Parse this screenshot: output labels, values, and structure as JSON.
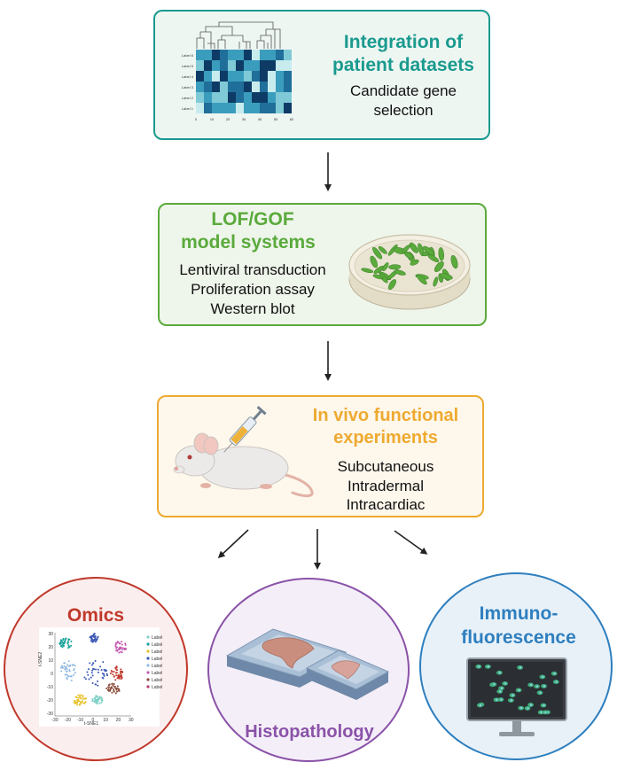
{
  "colors": {
    "teal": "#1a9a8f",
    "green": "#5aaa3c",
    "orange": "#eeaa30",
    "red": "#c0392b",
    "purple": "#8a52a8",
    "blue": "#2e7fbf"
  },
  "step1": {
    "title_line1": "Integration of",
    "title_line2": "patient datasets",
    "sub_line1": "Candidate gene",
    "sub_line2": "selection",
    "heatmap_row_labels": [
      "Label 6",
      "Label 5",
      "Label 4",
      "Label 3",
      "Label 2",
      "Label 1"
    ],
    "heatmap_axis_ticks": [
      "0",
      "10",
      "20",
      "30",
      "40",
      "50",
      "60"
    ]
  },
  "step2": {
    "title_line1": "LOF/GOF",
    "title_line2": "model systems",
    "sub_line1": "Lentiviral transduction",
    "sub_line2": "Proliferation assay",
    "sub_line3": "Western blot"
  },
  "step3": {
    "title_line1": "In vivo functional",
    "title_line2": "experiments",
    "sub_line1": "Subcutaneous",
    "sub_line2": "Intradermal",
    "sub_line3": "Intracardiac"
  },
  "outputs": {
    "omics": "Omics",
    "histo": "Histopathology",
    "immuno_line1": "Immuno-",
    "immuno_line2": "fluorescence"
  },
  "tsne": {
    "xlabel": "t-SNE1",
    "ylabel": "t-SNE2",
    "x_ticks": [
      "-30",
      "-20",
      "-10",
      "0",
      "10",
      "20",
      "30"
    ],
    "y_ticks": [
      "30",
      "20",
      "10",
      "0",
      "-10",
      "-20",
      "-30"
    ],
    "legend": [
      "Label",
      "Label",
      "Label",
      "Label",
      "Label",
      "Label",
      "Label",
      "Label"
    ],
    "legend_colors": [
      "#7fd1c7",
      "#1aa39a",
      "#e6c229",
      "#3a57b5",
      "#8fb8e0",
      "#c45ab3",
      "#8b4a3a",
      "#b03a6a"
    ]
  }
}
